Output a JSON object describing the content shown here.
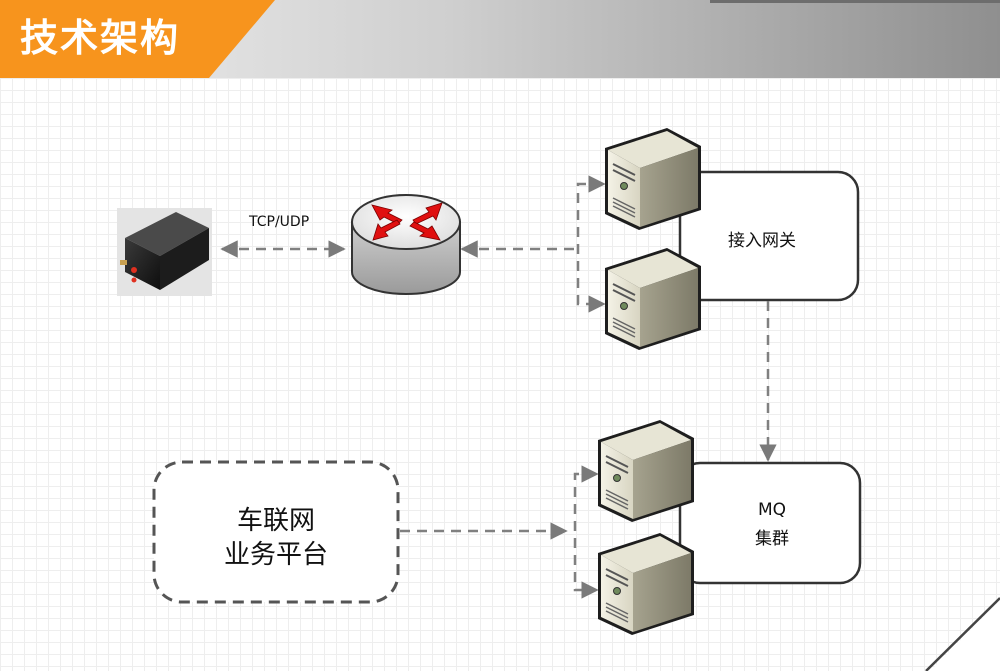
{
  "slide": {
    "title": "技术架构",
    "accent_color": "#f7941d"
  },
  "diagram": {
    "protocol_label": "TCP/UDP",
    "gateway_label": "接入网关",
    "mq_label_line1": "MQ",
    "mq_label_line2": "集群",
    "platform_label_line1": "车联网",
    "platform_label_line2": "业务平台",
    "nodes": [
      {
        "id": "gps-terminal",
        "icon": "gps-tracker-device-icon"
      },
      {
        "id": "router",
        "icon": "router-icon"
      },
      {
        "id": "gateway-server-1",
        "icon": "server-icon"
      },
      {
        "id": "gateway-server-2",
        "icon": "server-icon"
      },
      {
        "id": "mq-server-1",
        "icon": "server-icon"
      },
      {
        "id": "mq-server-2",
        "icon": "server-icon"
      }
    ]
  }
}
